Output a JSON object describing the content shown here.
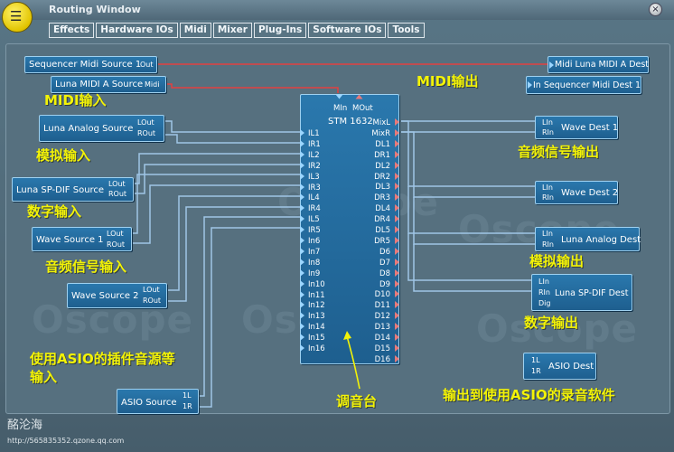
{
  "window": {
    "title": "Routing Window",
    "logo_glyph": "☰",
    "close_glyph": "×",
    "menu": [
      "Effects",
      "Hardware IOs",
      "Midi",
      "Mixer",
      "Plug-Ins",
      "Software IOs",
      "Tools"
    ]
  },
  "watermark": "Oscope",
  "colors": {
    "module": "#2a78ad",
    "input_port": "#9cd6ff",
    "output_port": "#e77a7a",
    "midi_wire": "#e24040",
    "audio_wire": "#9fc6e6",
    "annotation": "#f3f307"
  },
  "modules": {
    "seq_midi_src": {
      "label": "Sequencer Midi Source 1",
      "port": "Out"
    },
    "luna_midi_src": {
      "label": "Luna MIDI A Source",
      "port": "Midi"
    },
    "luna_analog_src": {
      "label": "Luna Analog Source",
      "ports": [
        "LOut",
        "ROut"
      ]
    },
    "luna_spdif_src": {
      "label": "Luna SP-DIF Source",
      "ports": [
        "LOut",
        "ROut"
      ]
    },
    "wave_src1": {
      "label": "Wave Source 1",
      "ports": [
        "LOut",
        "ROut"
      ]
    },
    "wave_src2": {
      "label": "Wave Source 2",
      "ports": [
        "LOut",
        "ROut"
      ]
    },
    "asio_src": {
      "label": "ASIO Source",
      "ports": [
        "1L",
        "1R"
      ]
    },
    "midi_dest": {
      "label": "Midi Luna MIDI A Dest"
    },
    "seq_midi_dest": {
      "label": "In Sequencer Midi Dest 1"
    },
    "wave_dest1": {
      "label": "Wave Dest 1",
      "ports": [
        "LIn",
        "RIn"
      ]
    },
    "wave_dest2": {
      "label": "Wave Dest 2",
      "ports": [
        "LIn",
        "RIn"
      ]
    },
    "luna_analog_dest": {
      "label": "Luna Analog Dest",
      "ports": [
        "LIn",
        "RIn"
      ]
    },
    "luna_spdif_dest": {
      "label": "Luna SP-DIF Dest",
      "ports": [
        "LIn",
        "RIn",
        "Dig"
      ]
    },
    "asio_dest": {
      "label": "ASIO Dest",
      "ports": [
        "1L",
        "1R"
      ]
    }
  },
  "mixer": {
    "title": "STM 1632",
    "top_ports": [
      "MIn",
      "MOut"
    ],
    "inputs": [
      "IL1",
      "IR1",
      "IL2",
      "IR2",
      "IL3",
      "IR3",
      "IL4",
      "IR4",
      "IL5",
      "IR5",
      "In6",
      "In7",
      "In8",
      "In9",
      "In10",
      "In11",
      "In12",
      "In13",
      "In14",
      "In15",
      "In16"
    ],
    "outputs": [
      "MixL",
      "MixR",
      "DL1",
      "DR1",
      "DL2",
      "DR2",
      "DL3",
      "DR3",
      "DL4",
      "DR4",
      "DL5",
      "DR5",
      "D6",
      "D7",
      "D8",
      "D9",
      "D10",
      "D11",
      "D12",
      "D13",
      "D14",
      "D15",
      "D16"
    ]
  },
  "annotations": {
    "midi_in": "MIDI输入",
    "midi_out": "MIDI输出",
    "analog_in": "模拟输入",
    "digital_in": "数字输入",
    "audio_in": "音频信号输入",
    "asio_in": "使用ASIO的插件音源等输入",
    "audio_out": "音频信号输出",
    "analog_out": "模拟输出",
    "digital_out": "数字输出",
    "asio_out": "输出到使用ASIO的录音软件",
    "mixer": "调音台"
  },
  "footer": {
    "brand": "酩沦海",
    "url": "http://565835352.qzone.qq.com"
  }
}
